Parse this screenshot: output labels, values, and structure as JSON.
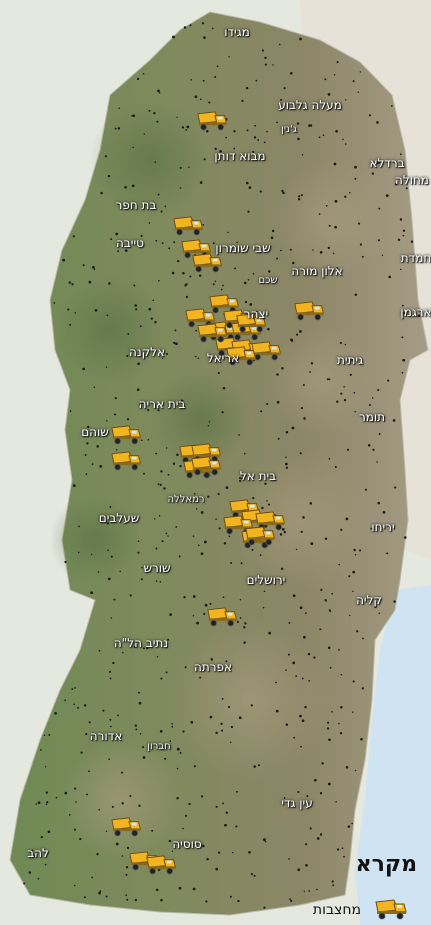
{
  "legend": {
    "title": "מקרא",
    "quarry_label": "מחצבות",
    "quarry_icon": "dump-truck-icon"
  },
  "colors": {
    "terrain": "#8a8663",
    "sea": "#cfe3f3",
    "truck_body": "#f2b51f",
    "truck_dark": "#6b4a10"
  },
  "places": [
    {
      "id": "megiddo",
      "name": "מגידו"
    },
    {
      "id": "maale-gilboa",
      "name": "מעלה גלבוע"
    },
    {
      "id": "jenin",
      "name": "ג'נין"
    },
    {
      "id": "mevo-dotan",
      "name": "מבוא דותן"
    },
    {
      "id": "bardala",
      "name": "ברדלא"
    },
    {
      "id": "mehola",
      "name": "מחולה"
    },
    {
      "id": "bat-hefer",
      "name": "בת חפר"
    },
    {
      "id": "tayibe",
      "name": "טייבה"
    },
    {
      "id": "shavei-shomron",
      "name": "שבי שומרון"
    },
    {
      "id": "shechem",
      "name": "שכם"
    },
    {
      "id": "elon-moreh",
      "name": "אלון מורה"
    },
    {
      "id": "hamadat",
      "name": "חמדת"
    },
    {
      "id": "argaman",
      "name": "ארגמן"
    },
    {
      "id": "yitzhar",
      "name": "יצהר"
    },
    {
      "id": "ariel",
      "name": "אריאל"
    },
    {
      "id": "elkana",
      "name": "אלקנה"
    },
    {
      "id": "gitit",
      "name": "גיתית"
    },
    {
      "id": "beit-arye",
      "name": "בית אריה"
    },
    {
      "id": "tomer",
      "name": "תומר"
    },
    {
      "id": "shoham",
      "name": "שוהם"
    },
    {
      "id": "beit-el",
      "name": "בית אל"
    },
    {
      "id": "ramallah",
      "name": "רמאללה"
    },
    {
      "id": "shaalvim",
      "name": "שעלבים"
    },
    {
      "id": "jericho",
      "name": "יריחו"
    },
    {
      "id": "shoresh",
      "name": "שורש"
    },
    {
      "id": "jerusalem",
      "name": "ירושלים"
    },
    {
      "id": "kalia",
      "name": "קליה"
    },
    {
      "id": "netiv-halamed-he",
      "name": "נתיב הל\"ה"
    },
    {
      "id": "efrata",
      "name": "אפרתה"
    },
    {
      "id": "adora",
      "name": "אדורה"
    },
    {
      "id": "hebron",
      "name": "חברון"
    },
    {
      "id": "ein-gedi",
      "name": "עין גדי"
    },
    {
      "id": "susya",
      "name": "סוסיה"
    },
    {
      "id": "lahav",
      "name": "להב"
    }
  ],
  "quarry_count": 32
}
